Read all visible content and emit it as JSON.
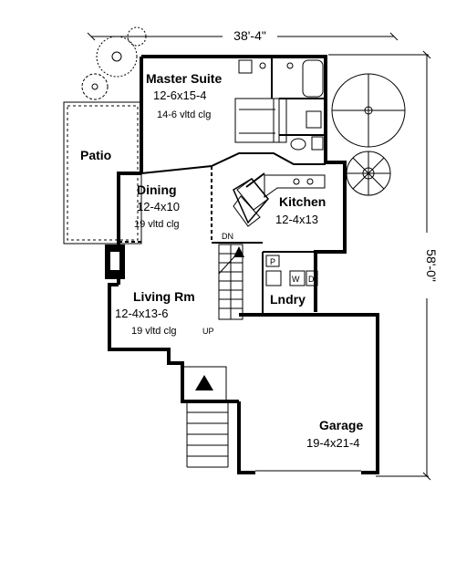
{
  "plan": {
    "width_dim": "38'-4\"",
    "depth_dim": "58'-0\"",
    "rooms": {
      "master": {
        "name": "Master Suite",
        "size": "12-6x15-4",
        "note": "14-6 vltd clg"
      },
      "patio": {
        "name": "Patio"
      },
      "dining": {
        "name": "Dining",
        "size": "12-4x10",
        "note": "19 vltd clg"
      },
      "kitchen": {
        "name": "Kitchen",
        "size": "12-4x13"
      },
      "living": {
        "name": "Living Rm",
        "size": "12-4x13-6",
        "note": "19 vltd clg"
      },
      "laundry": {
        "name": "Lndry"
      },
      "garage": {
        "name": "Garage",
        "size": "19-4x21-4"
      }
    },
    "stair_down": "DN",
    "stair_up": "UP",
    "appliances": {
      "pantry": "P",
      "washer": "W",
      "dryer": "D"
    }
  }
}
